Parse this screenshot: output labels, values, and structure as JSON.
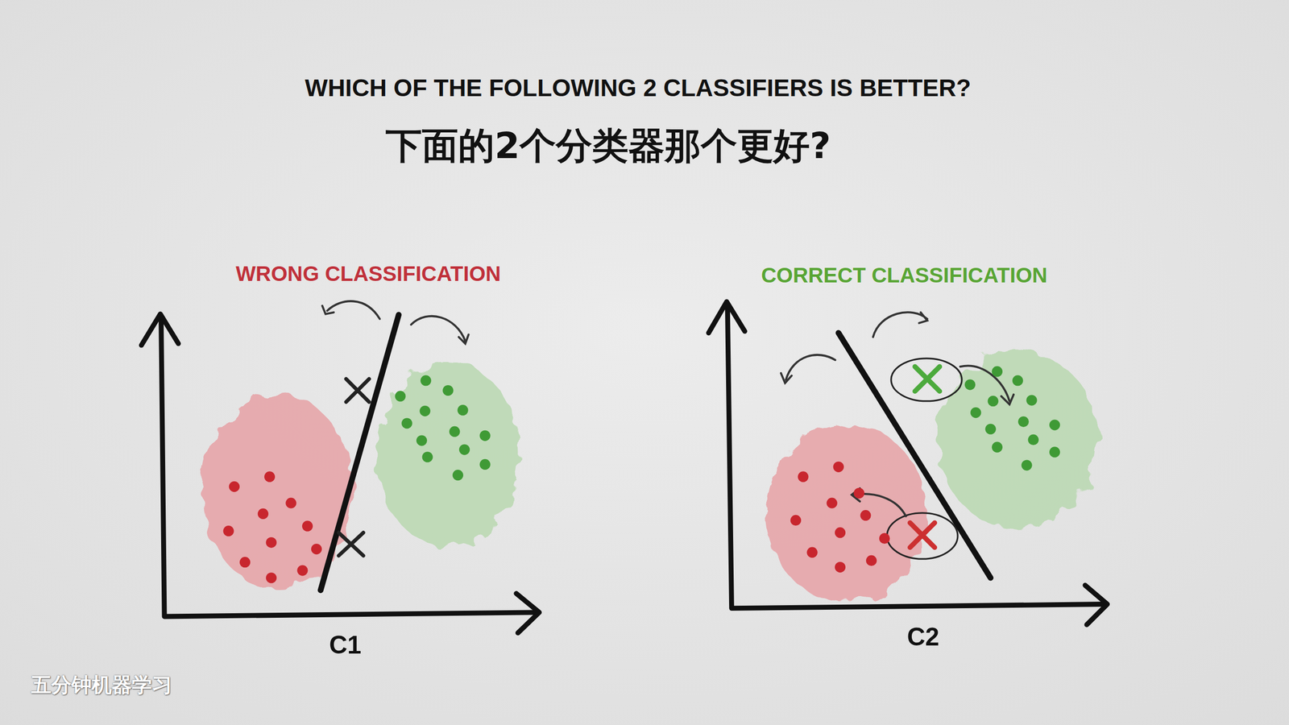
{
  "diagram": {
    "title": "WHICH OF THE FOLLOWING 2 CLASSIFIERS IS BETTER?",
    "labels": [
      "下面的2个分类器那个更好?",
      "WRONG CLASSIFICATION",
      "CORRECT CLASSIFICATION",
      "C1",
      "C2",
      "五分钟机器学习"
    ]
  }
}
